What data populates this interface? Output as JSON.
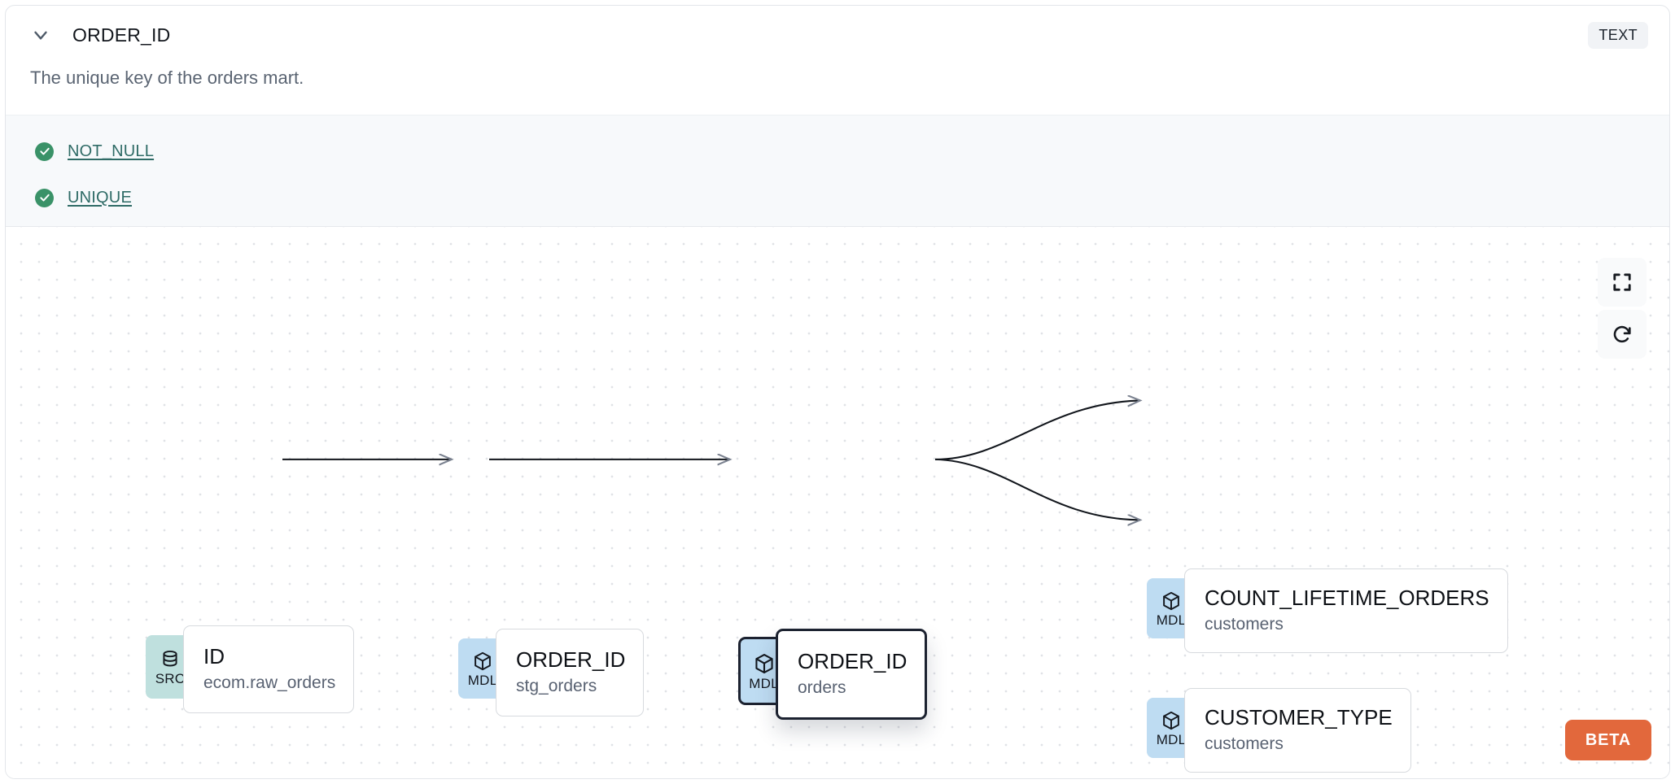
{
  "header": {
    "collapse_icon": "chevron-down-icon",
    "column_name": "ORDER_ID",
    "data_type_badge": "TEXT"
  },
  "description": "The unique key of the orders mart.",
  "tests": {
    "status_icon": "check-circle-icon",
    "items": [
      {
        "label": "NOT_NULL",
        "status": "passed"
      },
      {
        "label": "UNIQUE",
        "status": "passed"
      }
    ]
  },
  "lineage": {
    "controls": [
      {
        "name": "fit-view-button",
        "icon": "fullscreen-icon"
      },
      {
        "name": "reset-button",
        "icon": "refresh-icon"
      }
    ],
    "beta_label": "BETA",
    "nodes": [
      {
        "id": "src",
        "kind": "SRC",
        "icon": "database-icon",
        "name": "ID",
        "source": "ecom.raw_orders"
      },
      {
        "id": "stg",
        "kind": "MDL",
        "icon": "cube-icon",
        "name": "ORDER_ID",
        "source": "stg_orders"
      },
      {
        "id": "mart",
        "kind": "MDL",
        "icon": "cube-icon",
        "name": "ORDER_ID",
        "source": "orders",
        "selected": true
      },
      {
        "id": "cnt",
        "kind": "MDL",
        "icon": "cube-icon",
        "name": "COUNT_LIFETIME_ORDERS",
        "source": "customers"
      },
      {
        "id": "ctype",
        "kind": "MDL",
        "icon": "cube-icon",
        "name": "CUSTOMER_TYPE",
        "source": "customers"
      }
    ],
    "edges": [
      {
        "from": "src",
        "to": "stg",
        "style": "straight"
      },
      {
        "from": "stg",
        "to": "mart",
        "style": "straight"
      },
      {
        "from": "mart",
        "to": "cnt",
        "style": "curved"
      },
      {
        "from": "mart",
        "to": "ctype",
        "style": "curved"
      }
    ]
  },
  "colors": {
    "src_badge_bg": "#bfe0de",
    "mdl_badge_bg": "#bedcf2",
    "test_pass": "#3a9268",
    "test_link": "#2f6b66",
    "beta_bg": "#e2683c",
    "selected_border": "#1c2230"
  }
}
